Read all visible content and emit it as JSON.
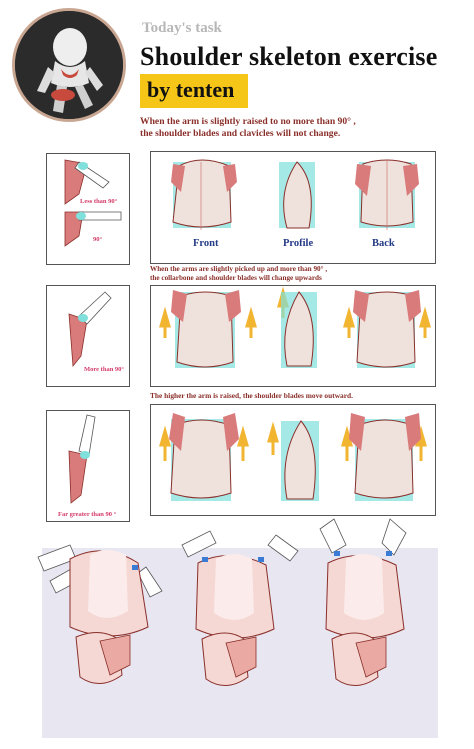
{
  "header": {
    "todays_task": "Today's task",
    "title": "Shoulder skeleton exercise",
    "byline": "by tenten"
  },
  "notes": {
    "note1_line1": "When the arm is slightly raised to no more than 90° ,",
    "note1_line2": "the shoulder blades and clavicles will not change.",
    "note2_line1": "When the arms are slightly picked up and more than 90° ,",
    "note2_line2": "the collarbone and shoulder blades will change upwards",
    "note3": "The higher the arm is raised, the shoulder blades move outward."
  },
  "side_labels": {
    "less_than_90": "Less than 90°",
    "ninety": "90°",
    "more_than_90": "More than 90°",
    "far_greater": "Far greater than 90 °"
  },
  "views": {
    "front": "Front",
    "profile": "Profile",
    "back": "Back"
  },
  "colors": {
    "accent_yellow": "#f5c518",
    "note_red": "#8a2f2a",
    "label_pink": "#d43b67",
    "view_blue": "#233a86",
    "scapula_red": "#d97b7b",
    "ribcage_cream": "#efe2dc",
    "guide_teal": "#7fe0dc",
    "arrow_orange": "#f2b531"
  }
}
